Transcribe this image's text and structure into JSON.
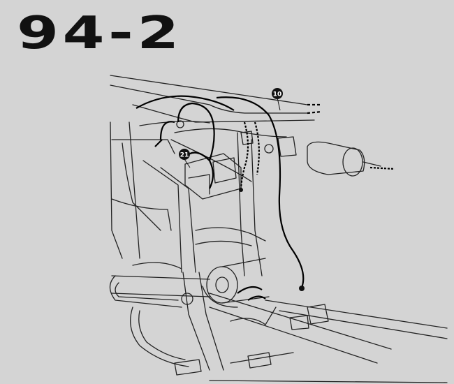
{
  "figure": {
    "title": "94-2",
    "callouts": [
      {
        "label": "10"
      },
      {
        "label": "21"
      }
    ]
  },
  "colors": {
    "background": "#d4d4d4",
    "ink": "#111111"
  }
}
